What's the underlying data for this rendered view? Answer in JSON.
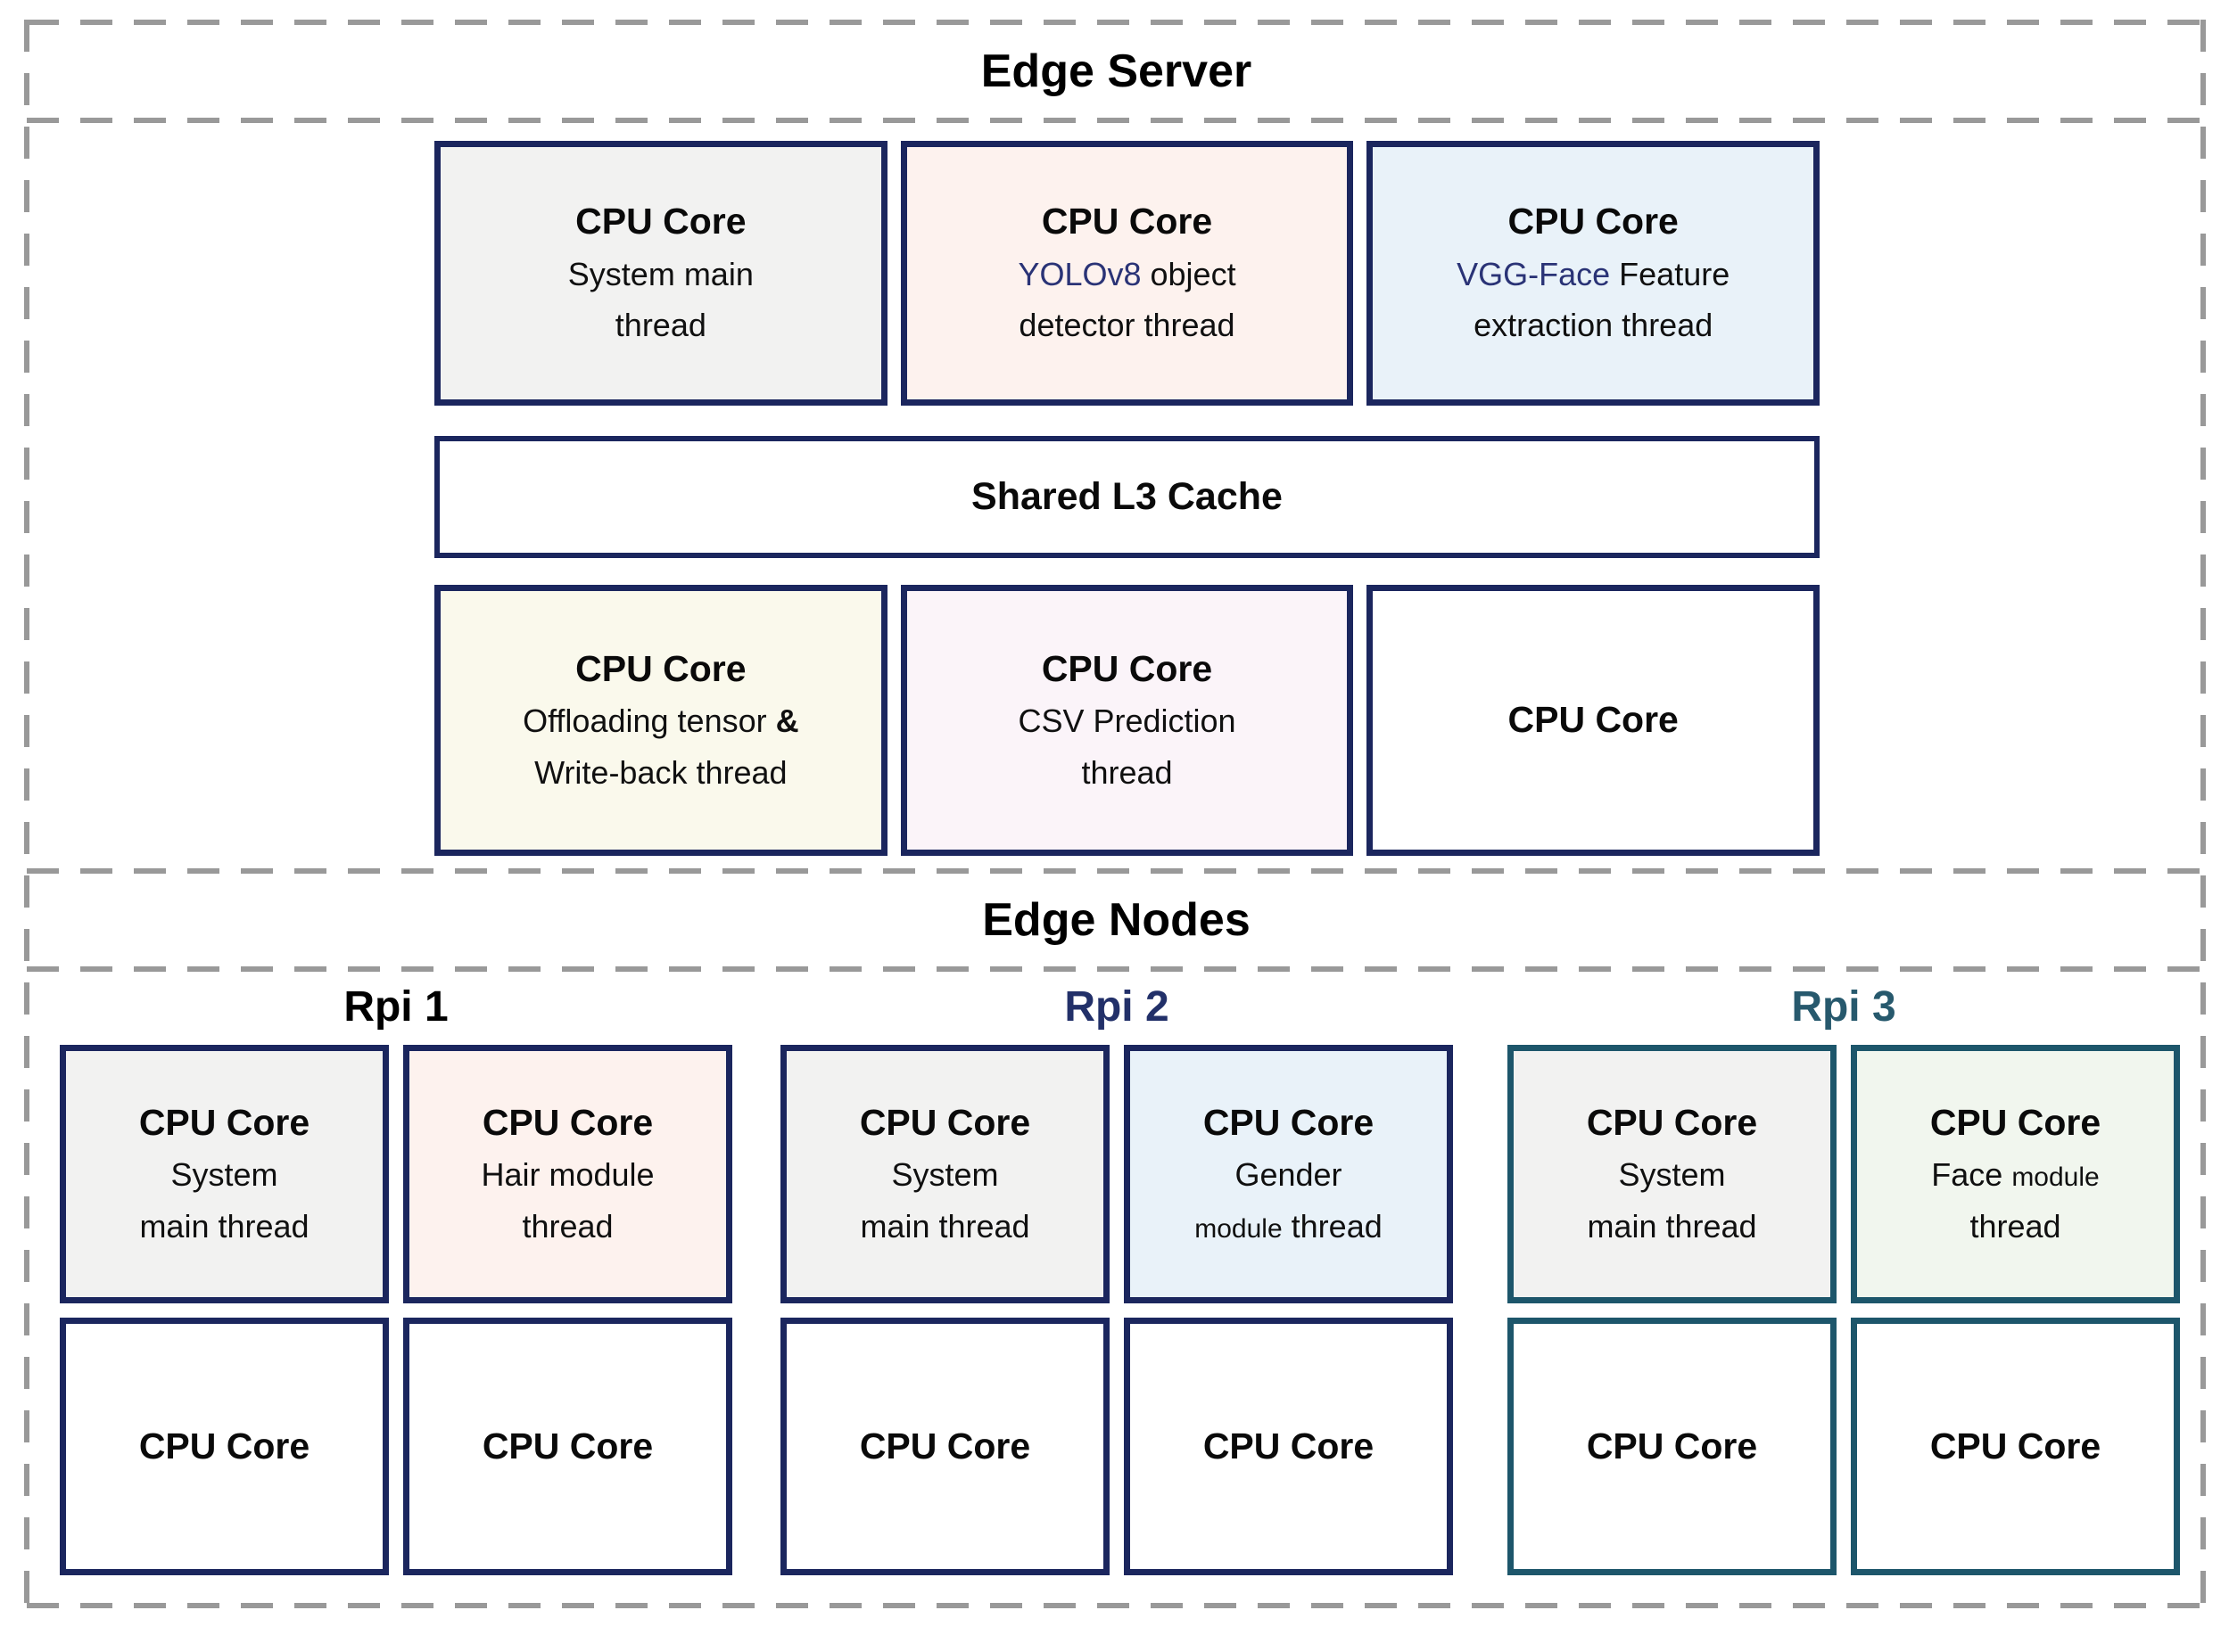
{
  "colors": {
    "navy_border": "#1b265e",
    "teal_border": "#1d566b",
    "accent_text": "#2a3376",
    "rpi1_label_color": "#000000",
    "rpi2_label_color": "#223069",
    "rpi3_label_color": "#27596d",
    "dash_gray": "#999999",
    "bg_gray": "#f2f2f1",
    "bg_rose": "#fdf2ee",
    "bg_blue": "#e9f2f9",
    "bg_ivory": "#faf9ec",
    "bg_lavender": "#fbf4f9",
    "bg_mint": "#f1f6ee",
    "bg_white": "#ffffff"
  },
  "edge_server": {
    "title": "Edge Server",
    "cache_label": "Shared L3 Cache",
    "top_cores": [
      {
        "heading": "CPU Core",
        "bg": "#f2f2f1",
        "border": "#1b265e",
        "lines": [
          [
            {
              "t": "System main"
            }
          ],
          [
            {
              "t": "thread"
            }
          ]
        ]
      },
      {
        "heading": "CPU Core",
        "bg": "#fdf2ee",
        "border": "#1b265e",
        "lines": [
          [
            {
              "t": "YOLOv8",
              "accent": true
            },
            {
              "t": " object"
            }
          ],
          [
            {
              "t": "detector thread"
            }
          ]
        ]
      },
      {
        "heading": "CPU Core",
        "bg": "#e9f2f9",
        "border": "#1b265e",
        "lines": [
          [
            {
              "t": "VGG-Face",
              "accent": true
            },
            {
              "t": " Feature"
            }
          ],
          [
            {
              "t": "extraction thread"
            }
          ]
        ]
      }
    ],
    "bottom_cores": [
      {
        "heading": "CPU Core",
        "bg": "#faf9ec",
        "border": "#1b265e",
        "lines": [
          [
            {
              "t": "Offloading tensor"
            },
            {
              "t": " &",
              "bold": true
            }
          ],
          [
            {
              "t": "Write-back thread"
            }
          ]
        ]
      },
      {
        "heading": "CPU Core",
        "bg": "#fbf4f9",
        "border": "#1b265e",
        "lines": [
          [
            {
              "t": "CSV Prediction"
            }
          ],
          [
            {
              "t": "thread"
            }
          ]
        ]
      },
      {
        "heading": "CPU Core",
        "bg": "#ffffff",
        "border": "#1b265e",
        "lines": []
      }
    ]
  },
  "edge_nodes": {
    "title": "Edge Nodes",
    "groups": [
      {
        "label": "Rpi 1",
        "label_color": "#000000",
        "border": "#1b265e",
        "top_cores": [
          {
            "heading": "CPU Core",
            "bg": "#f2f2f1",
            "lines": [
              [
                {
                  "t": "System"
                }
              ],
              [
                {
                  "t": "main thread"
                }
              ]
            ]
          },
          {
            "heading": "CPU Core",
            "bg": "#fdf2ee",
            "lines": [
              [
                {
                  "t": "Hair module"
                }
              ],
              [
                {
                  "t": "thread"
                }
              ]
            ]
          }
        ],
        "bottom_cores": [
          {
            "heading": "CPU Core",
            "bg": "#ffffff",
            "lines": []
          },
          {
            "heading": "CPU Core",
            "bg": "#ffffff",
            "lines": []
          }
        ]
      },
      {
        "label": "Rpi 2",
        "label_color": "#223069",
        "border": "#1b265e",
        "top_cores": [
          {
            "heading": "CPU Core",
            "bg": "#f2f2f1",
            "lines": [
              [
                {
                  "t": "System"
                }
              ],
              [
                {
                  "t": "main thread"
                }
              ]
            ]
          },
          {
            "heading": "CPU Core",
            "bg": "#e9f2f9",
            "lines": [
              [
                {
                  "t": "Gender"
                }
              ],
              [
                {
                  "t": "module",
                  "small": true
                },
                {
                  "t": " thread"
                }
              ]
            ]
          }
        ],
        "bottom_cores": [
          {
            "heading": "CPU Core",
            "bg": "#ffffff",
            "lines": []
          },
          {
            "heading": "CPU Core",
            "bg": "#ffffff",
            "lines": []
          }
        ]
      },
      {
        "label": "Rpi 3",
        "label_color": "#27596d",
        "border": "#1d566b",
        "top_cores": [
          {
            "heading": "CPU Core",
            "bg": "#f2f2f1",
            "lines": [
              [
                {
                  "t": "System"
                }
              ],
              [
                {
                  "t": "main thread"
                }
              ]
            ]
          },
          {
            "heading": "CPU Core",
            "bg": "#f1f6ee",
            "lines": [
              [
                {
                  "t": "Face "
                },
                {
                  "t": "module",
                  "small": true
                }
              ],
              [
                {
                  "t": "thread"
                }
              ]
            ]
          }
        ],
        "bottom_cores": [
          {
            "heading": "CPU Core",
            "bg": "#ffffff",
            "lines": []
          },
          {
            "heading": "CPU Core",
            "bg": "#ffffff",
            "lines": []
          }
        ]
      }
    ]
  }
}
